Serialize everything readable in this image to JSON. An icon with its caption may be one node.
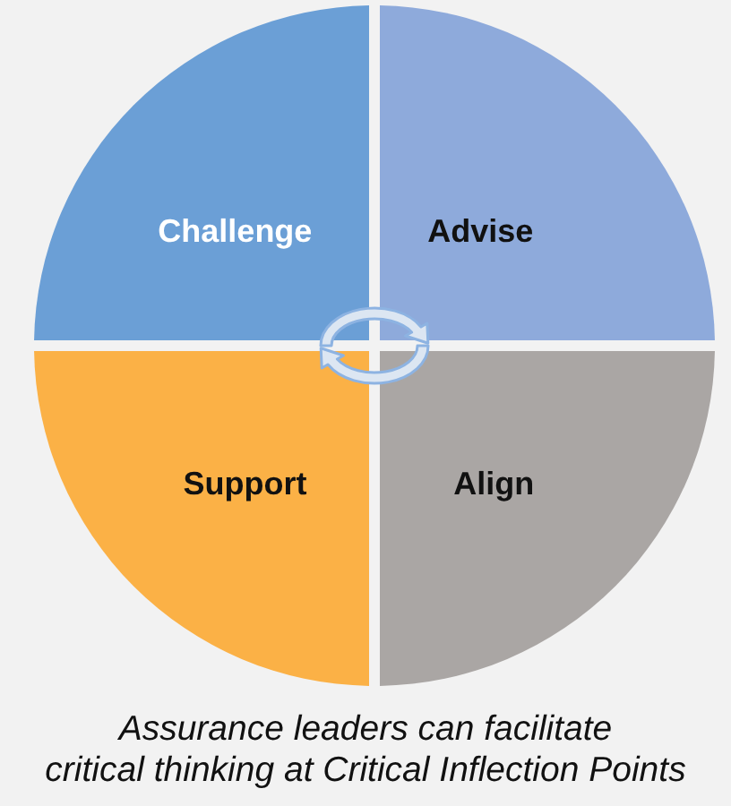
{
  "diagram": {
    "caption": "Assurance leaders can facilitate critical thinking at Critical Inflection Points",
    "nodes": [
      {
        "text": [
          "Challenge"
        ]
      },
      {
        "text": [
          "Advise"
        ]
      },
      {
        "text": [
          "Support"
        ]
      },
      {
        "text": [
          "Align"
        ]
      }
    ]
  }
}
